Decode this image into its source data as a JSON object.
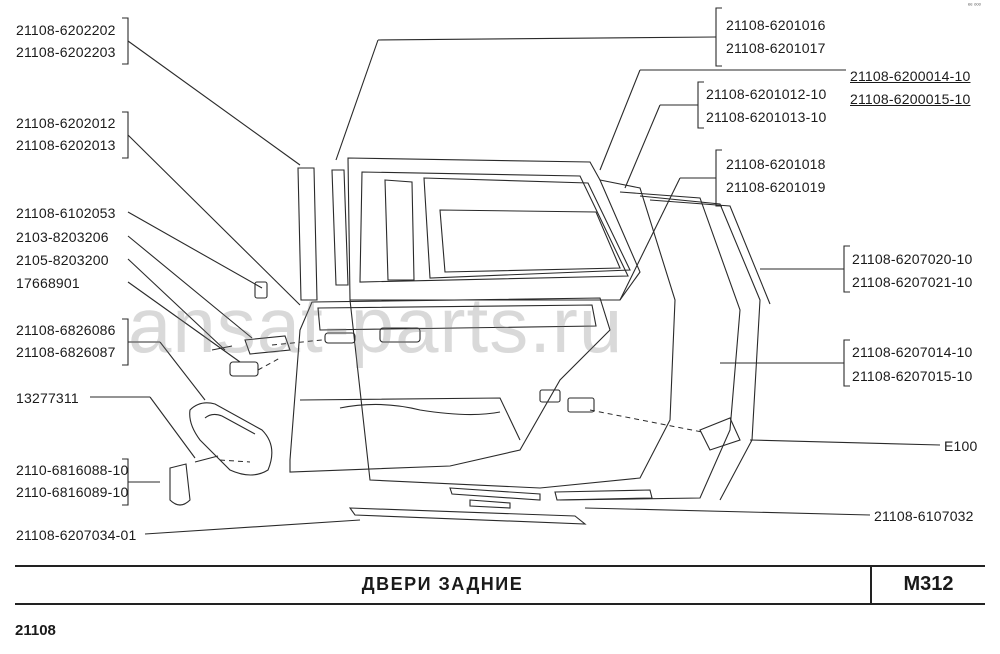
{
  "title": "ДВЕРИ  ЗАДНИЕ",
  "sheet_code": "M312",
  "model": "21108",
  "watermark": "ansat-parts.ru",
  "corner_mark": "ᵉᵉ ᵒᵒᵒ",
  "part_labels": [
    {
      "id": "left-1a",
      "text": "21108-6202202"
    },
    {
      "id": "left-1b",
      "text": "21108-6202203"
    },
    {
      "id": "left-2a",
      "text": "21108-6202012"
    },
    {
      "id": "left-2b",
      "text": "21108-6202013"
    },
    {
      "id": "left-3",
      "text": "21108-6102053"
    },
    {
      "id": "left-4",
      "text": "2103-8203206"
    },
    {
      "id": "left-5",
      "text": "2105-8203200"
    },
    {
      "id": "left-6",
      "text": "17668901"
    },
    {
      "id": "left-7a",
      "text": "21108-6826086"
    },
    {
      "id": "left-7b",
      "text": "21108-6826087"
    },
    {
      "id": "left-8",
      "text": "13277311"
    },
    {
      "id": "left-9a",
      "text": "2110-6816088-10"
    },
    {
      "id": "left-9b",
      "text": "2110-6816089-10"
    },
    {
      "id": "left-10",
      "text": "21108-6207034-01"
    },
    {
      "id": "right-1a",
      "text": "21108-6201016"
    },
    {
      "id": "right-1b",
      "text": "21108-6201017"
    },
    {
      "id": "right-2a",
      "text": "21108-6200014-10"
    },
    {
      "id": "right-2b",
      "text": "21108-6200015-10"
    },
    {
      "id": "right-3a",
      "text": "21108-6201012-10"
    },
    {
      "id": "right-3b",
      "text": "21108-6201013-10"
    },
    {
      "id": "right-4a",
      "text": "21108-6201018"
    },
    {
      "id": "right-4b",
      "text": "21108-6201019"
    },
    {
      "id": "right-5a",
      "text": "21108-6207020-10"
    },
    {
      "id": "right-5b",
      "text": "21108-6207021-10"
    },
    {
      "id": "right-6a",
      "text": "21108-6207014-10"
    },
    {
      "id": "right-6b",
      "text": "21108-6207015-10"
    },
    {
      "id": "right-7",
      "text": "E100"
    },
    {
      "id": "right-8",
      "text": "21108-6107032"
    }
  ]
}
